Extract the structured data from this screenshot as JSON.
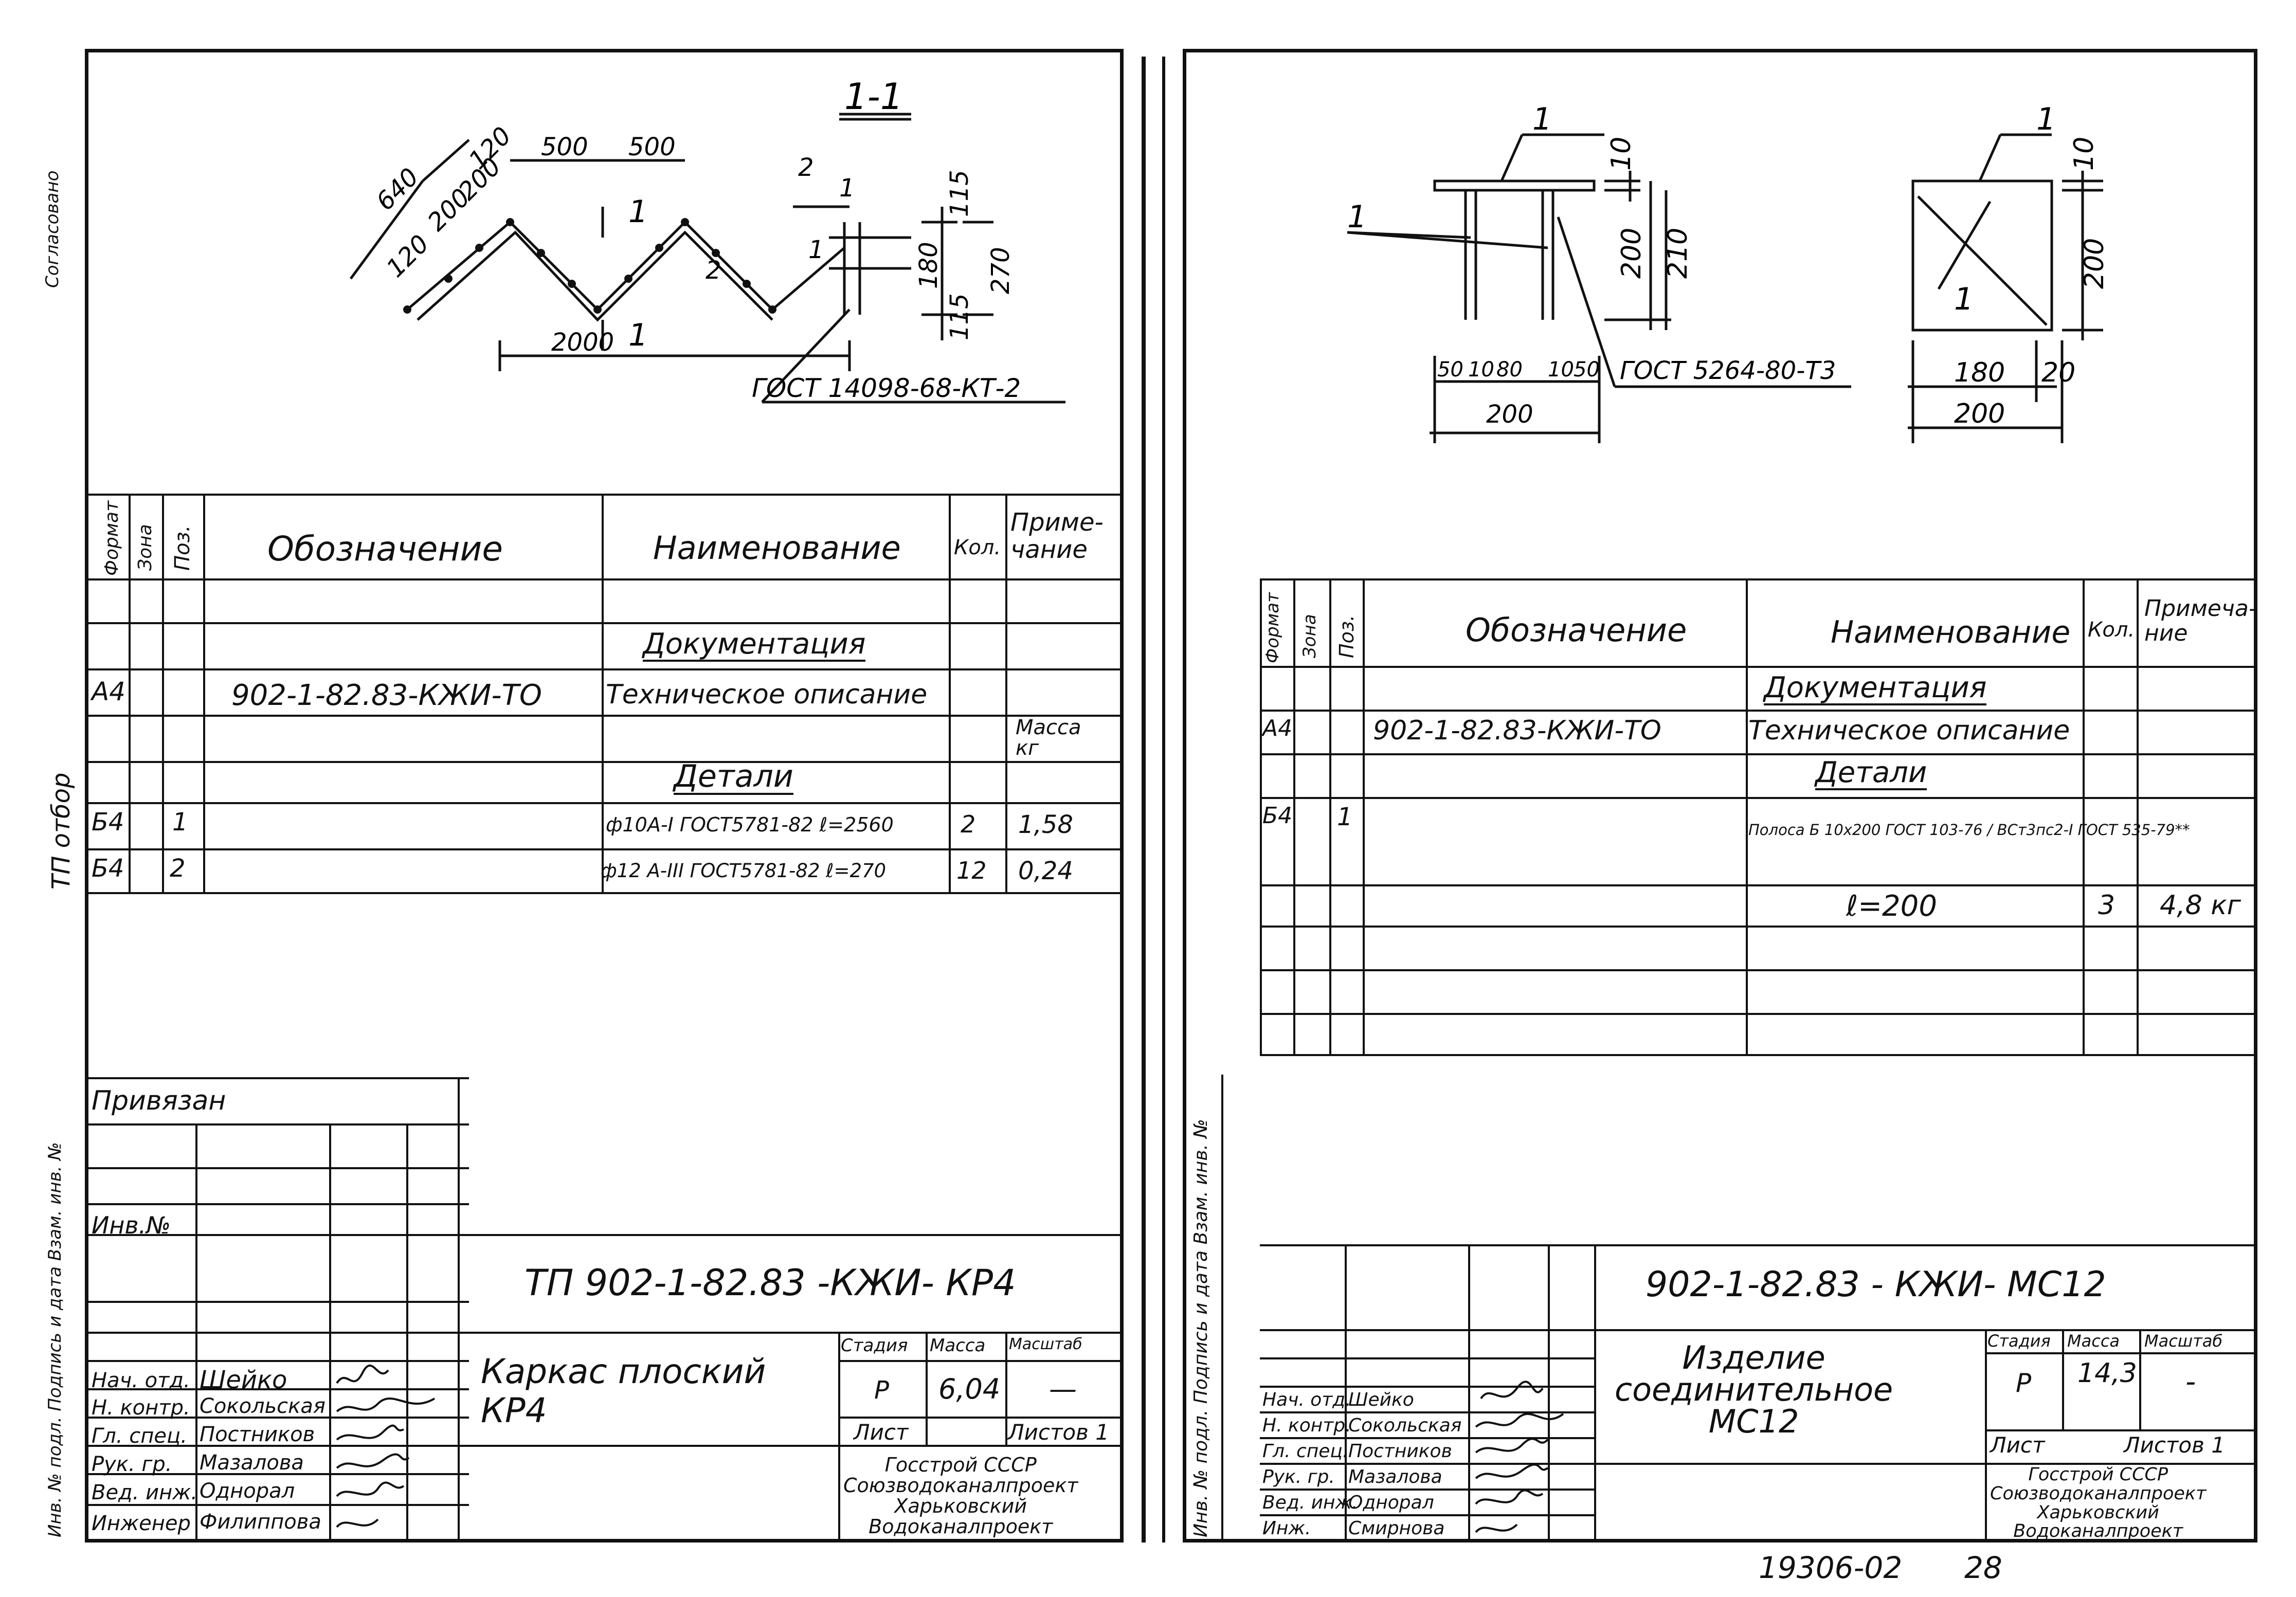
{
  "left_sheet": {
    "drawing": {
      "section_label": "1-1",
      "dims": [
        "500",
        "500",
        "640",
        "120",
        "200",
        "200",
        "120",
        "2000",
        "1",
        "1",
        "1",
        "2",
        "1",
        "2",
        "115",
        "180",
        "270",
        "115"
      ],
      "gost_note": "ГОСТ 14098-68-КТ-2"
    },
    "spec_headers": {
      "format": "Формат",
      "zone": "Зона",
      "pos": "Поз.",
      "designation": "Обозначение",
      "name": "Наименование",
      "qty": "Кол.",
      "note": "Приме-\nчание"
    },
    "spec_rows": [
      {
        "format": "",
        "pos": "",
        "designation": "",
        "name": "Документация",
        "qty": "",
        "note": "",
        "underline": true
      },
      {
        "format": "А4",
        "pos": "",
        "designation": "902-1-82.83-КЖИ-ТО",
        "name": "Техническое описание",
        "qty": "",
        "note": ""
      },
      {
        "format": "",
        "pos": "",
        "designation": "",
        "name": "",
        "qty": "",
        "note": "Масса\nкг"
      },
      {
        "format": "",
        "pos": "",
        "designation": "",
        "name": "Детали",
        "qty": "",
        "note": "",
        "underline": true
      },
      {
        "format": "Б4",
        "pos": "1",
        "designation": "",
        "name": "ф10А-I ГОСТ5781-82 ℓ=2560",
        "qty": "2",
        "note": "1,58"
      },
      {
        "format": "Б4",
        "pos": "2",
        "designation": "",
        "name": "ф12 А-III ГОСТ5781-82 ℓ=270",
        "qty": "12",
        "note": "0,24"
      }
    ],
    "privyazan": "Привязан",
    "inv_no": "Инв.№",
    "doc_code": "ТП 902-1-82.83   -КЖИ- КР4",
    "title": "Каркас плоский\nКР4",
    "stage_header": {
      "stage": "Стадия",
      "mass": "Масса",
      "scale": "Масштаб"
    },
    "stage_values": {
      "stage": "Р",
      "mass": "6,04",
      "scale": "—"
    },
    "sheet_label": "Лист",
    "sheets_label": "Листов 1",
    "org": "Госстрой СССР\nСоюзводоканалпроект\nХарьковский\nВодоканалпроект",
    "signers": [
      {
        "role": "Нач. отд.",
        "name": "Шейко"
      },
      {
        "role": "Н. контр.",
        "name": "Сокольская"
      },
      {
        "role": "Гл. спец.",
        "name": "Постников"
      },
      {
        "role": "Рук. гр.",
        "name": "Мазалова"
      },
      {
        "role": "Вед. инж.",
        "name": "Однорал"
      },
      {
        "role": "Инженер",
        "name": "Филиппова"
      }
    ],
    "side_labels": {
      "top": "Согласовано",
      "middle": "ТП отбор",
      "bottom": "Инв. № подл. Подпись и дата Взам. инв. №"
    }
  },
  "right_sheet": {
    "drawing": {
      "dims_a": [
        "1",
        "1",
        "10",
        "200",
        "210",
        "50",
        "10",
        "80",
        "10",
        "50",
        "200"
      ],
      "gost_note": "ГОСТ 5264-80-Т3",
      "dims_b": [
        "1",
        "1",
        "10",
        "200",
        "180",
        "20",
        "200"
      ]
    },
    "spec_headers": {
      "format": "Формат",
      "zone": "Зона",
      "pos": "Поз.",
      "designation": "Обозначение",
      "name": "Наименование",
      "qty": "Кол.",
      "note": "Примеча-\nние"
    },
    "spec_rows": [
      {
        "format": "",
        "pos": "",
        "designation": "",
        "name": "Документация",
        "qty": "",
        "note": "",
        "underline": true
      },
      {
        "format": "А4",
        "pos": "",
        "designation": "902-1-82.83-КЖИ-ТО",
        "name": "Техническое описание",
        "qty": "",
        "note": ""
      },
      {
        "format": "",
        "pos": "",
        "designation": "",
        "name": "Детали",
        "qty": "",
        "note": "",
        "underline": true
      },
      {
        "format": "Б4",
        "pos": "1",
        "designation": "",
        "name": "Полоса Б 10х200 ГОСТ 103-76 / ВСт3пс2-I ГОСТ 535-79**",
        "qty": "",
        "note": ""
      },
      {
        "format": "",
        "pos": "",
        "designation": "",
        "name": "ℓ=200",
        "qty": "3",
        "note": "4,8 кг"
      }
    ],
    "doc_code": "902-1-82.83 - КЖИ- МС12",
    "title": "Изделие\nсоединительное\nМС12",
    "stage_header": {
      "stage": "Стадия",
      "mass": "Масса",
      "scale": "Масштаб"
    },
    "stage_values": {
      "stage": "Р",
      "mass": "14,3",
      "scale": "-"
    },
    "sheet_label": "Лист",
    "sheets_label": "Листов 1",
    "org": "Госстрой СССР\nСоюзводоканалпроект\nХарьковский\nВодоканалпроект",
    "signers": [
      {
        "role": "Нач. отд.",
        "name": "Шейко"
      },
      {
        "role": "Н. контр.",
        "name": "Сокольская"
      },
      {
        "role": "Гл. спец.",
        "name": "Постников"
      },
      {
        "role": "Рук. гр.",
        "name": "Мазалова"
      },
      {
        "role": "Вед. инж.",
        "name": "Однорал"
      },
      {
        "role": "Инж.",
        "name": "Смирнова"
      }
    ],
    "side_labels": "Инв. № подл.  Подпись и дата  Взам. инв. №"
  },
  "footer": {
    "archive_no": "19306-02",
    "page_no": "28"
  }
}
